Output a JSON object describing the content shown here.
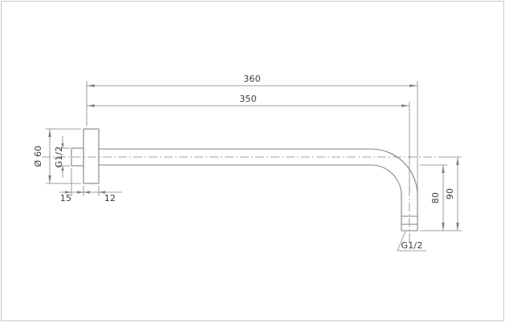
{
  "drawing": {
    "subject": "wall-mounted shower arm technical drawing",
    "line_color": "#828282",
    "text_color": "#3a3a3a",
    "border_color": "#c9c9c9",
    "dimensions": {
      "overall_length": "360",
      "arm_length": "350",
      "flange_diameter": "Ø 60",
      "inlet_thread": "G1/2",
      "wall_offset": "15",
      "flange_depth": "12",
      "drop_height_inner": "80",
      "drop_height_outer": "90",
      "outlet_thread": "G1/2"
    }
  }
}
